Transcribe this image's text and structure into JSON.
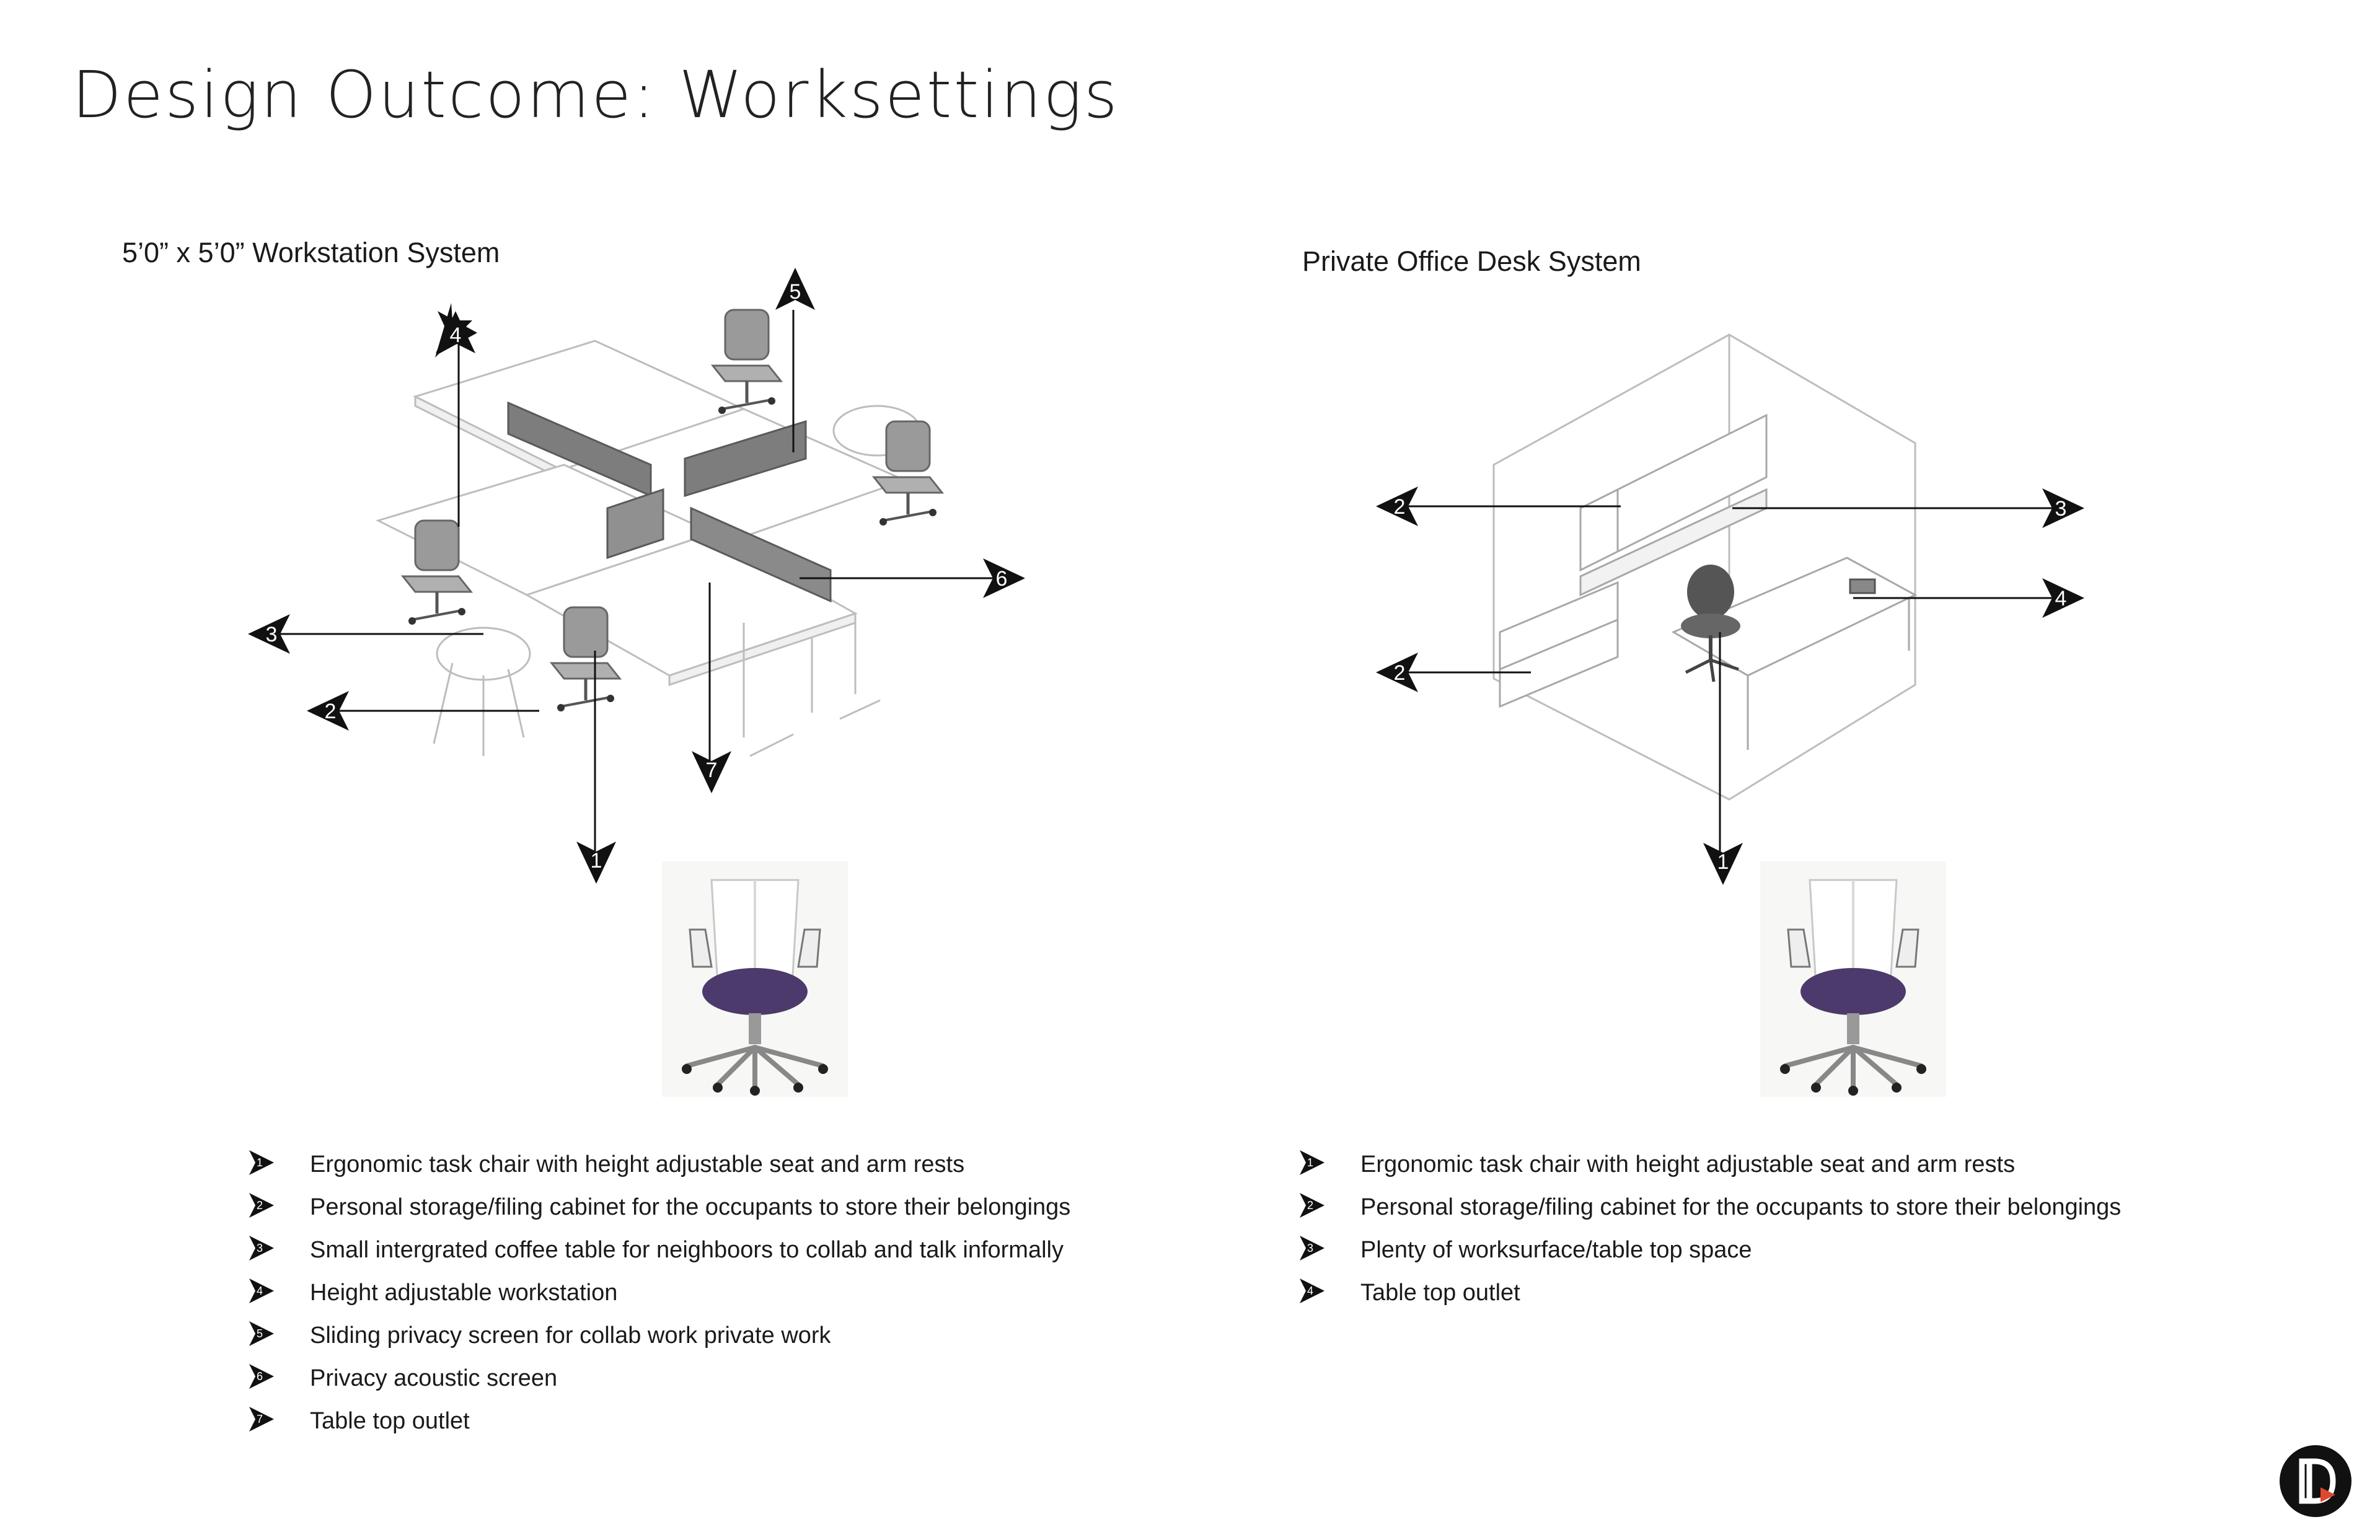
{
  "page_title": "Design Outcome: Worksettings",
  "workstation": {
    "title": "5’0” x 5’0” Workstation System",
    "legend": [
      {
        "num": "1",
        "text": "Ergonomic task chair with height adjustable seat and arm rests"
      },
      {
        "num": "2",
        "text": "Personal storage/filing cabinet for the occupants to store their belongings"
      },
      {
        "num": "3",
        "text": "Small intergrated coffee table for neighboors to collab and talk informally"
      },
      {
        "num": "4",
        "text": "Height adjustable workstation"
      },
      {
        "num": "5",
        "text": "Sliding privacy screen for collab work private work"
      },
      {
        "num": "6",
        "text": "Privacy acoustic screen"
      },
      {
        "num": "7",
        "text": "Table top outlet"
      }
    ],
    "callouts": [
      "1",
      "2",
      "3",
      "4",
      "5",
      "6",
      "7"
    ]
  },
  "private_office": {
    "title": "Private Office Desk System",
    "legend": [
      {
        "num": "1",
        "text": "Ergonomic task chair with height adjustable seat and arm rests"
      },
      {
        "num": "2",
        "text": "Personal storage/filing cabinet for the occupants to store their belongings"
      },
      {
        "num": "3",
        "text": "Plenty of worksurface/table top space"
      },
      {
        "num": "4",
        "text": "Table top outlet"
      }
    ],
    "callouts": [
      "2",
      "3",
      "2",
      "4",
      "1"
    ]
  },
  "colors": {
    "panel": "#7d7d7d",
    "chair_seat": "#4b3a6b",
    "line": "#b5b5b5",
    "marker": "#111111"
  },
  "icons": [
    "arrow-marker-icon",
    "task-chair-photo",
    "brand-logo"
  ]
}
